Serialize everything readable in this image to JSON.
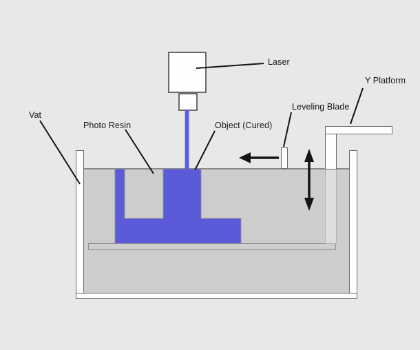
{
  "labels": {
    "vat": "Vat",
    "photo_resin": "Photo Resin",
    "object_cured": "Object (Cured)",
    "laser": "Laser",
    "leveling_blade": "Leveling Blade",
    "y_platform": "Y Platform"
  },
  "colors": {
    "background": "#e8e8e8",
    "resin": "#cdcdcd",
    "cured_object": "#5b5bd9",
    "laser_beam": "#565be4",
    "outline": "#6b6b6b",
    "annotation": "#141414",
    "component_fill": "#fefefe"
  }
}
